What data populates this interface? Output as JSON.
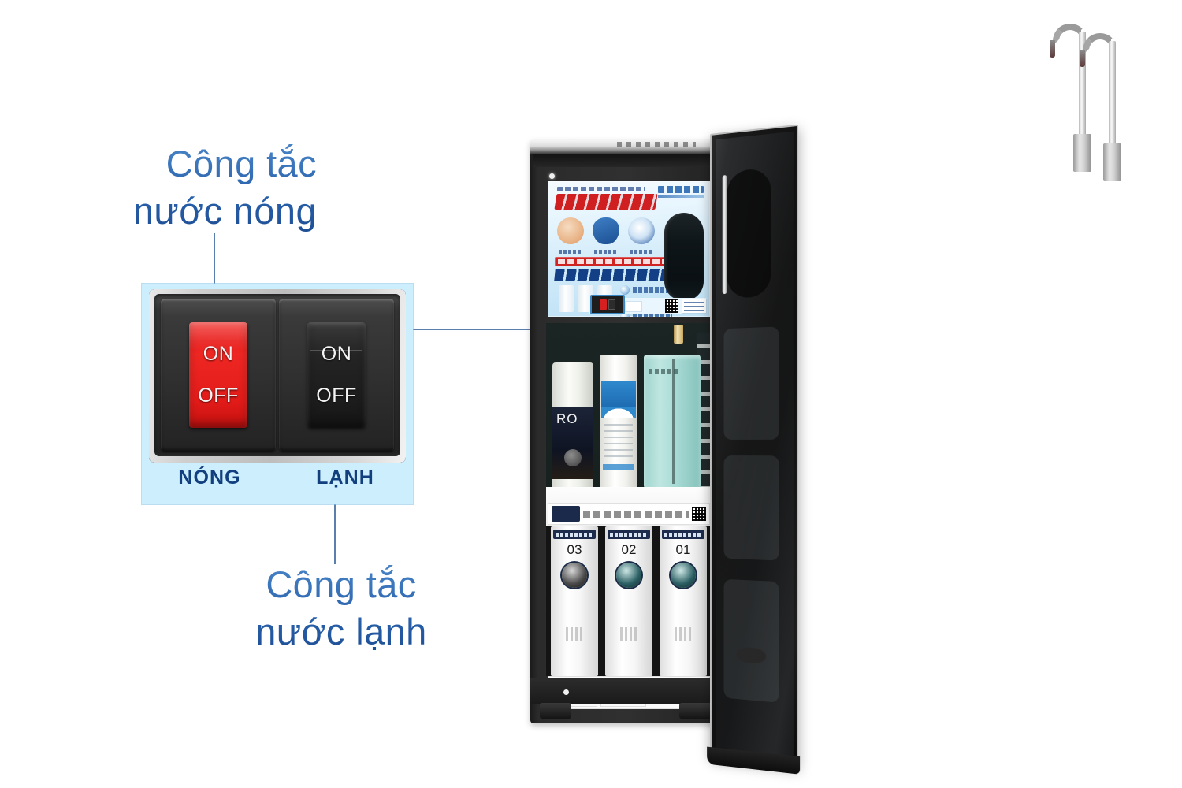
{
  "page": {
    "background_color": "#ffffff",
    "accent_blue": "#2a63ad",
    "callout_bg": "#cdeefc",
    "leader_line_color": "#5a7fae",
    "caption_navy": "#12407f"
  },
  "annotations": {
    "hot_switch": {
      "label": "Công tắc\nnước nóng",
      "points_to": "hot-water-rocker-switch"
    },
    "cold_switch": {
      "label": "Công tắc\nnước lạnh",
      "points_to": "cold-water-rocker-switch"
    }
  },
  "zoom_callout": {
    "switches": [
      {
        "id": "hot",
        "caption": "NÓNG",
        "on_label": "ON",
        "off_label": "OFF",
        "color": "#e8211f",
        "state": "red"
      },
      {
        "id": "cold",
        "caption": "LẠNH",
        "on_label": "ON",
        "off_label": "OFF",
        "color": "#242424",
        "state": "black"
      }
    ]
  },
  "product": {
    "type": "water-purifier",
    "faucets": [
      "hot-water-faucet",
      "cold-water-faucet"
    ],
    "upper_filters": [
      {
        "name": "ro-membrane-cartridge",
        "text": "RO"
      },
      {
        "name": "secondary-filter-cartridge",
        "text": ""
      },
      {
        "name": "mineral-water-tank",
        "text": ""
      }
    ],
    "lower_filters": [
      {
        "name": "filter-stage-3",
        "number": "03"
      },
      {
        "name": "filter-stage-2",
        "number": "02"
      },
      {
        "name": "filter-stage-1",
        "number": "01"
      }
    ],
    "door": {
      "name": "glass-door",
      "state": "open"
    }
  }
}
